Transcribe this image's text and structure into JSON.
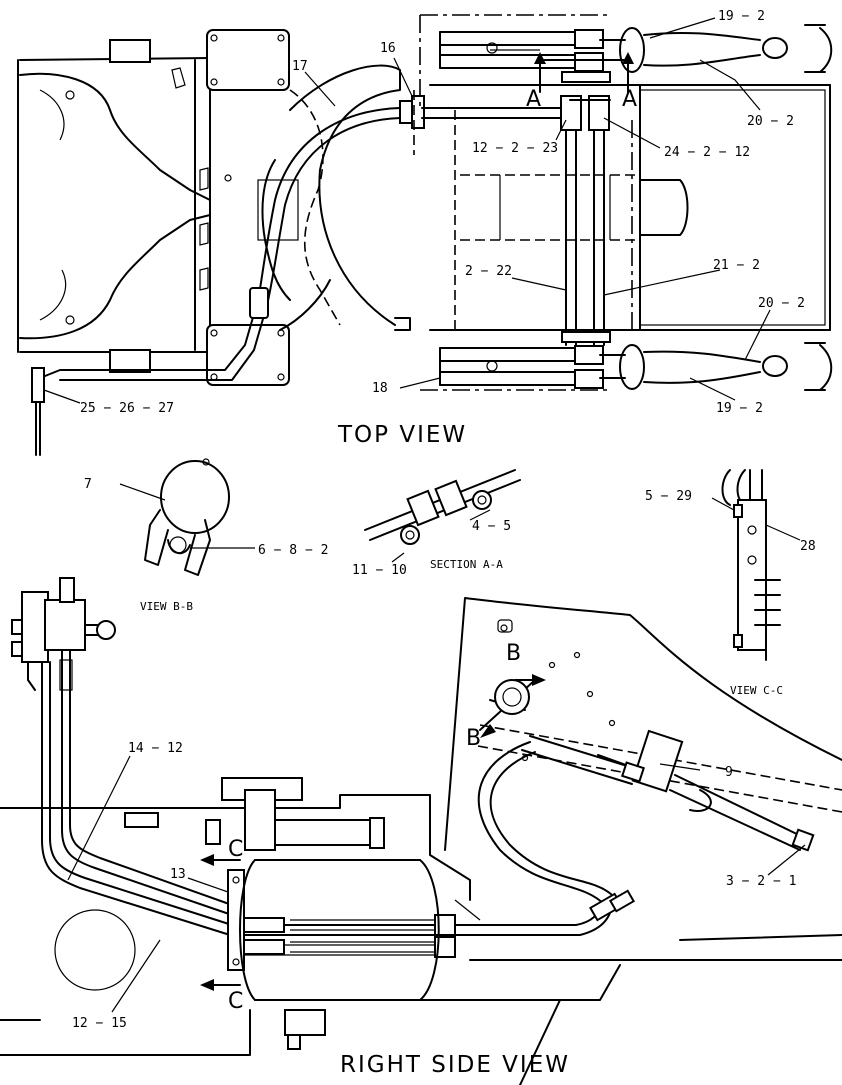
{
  "views": {
    "top": "TOP VIEW",
    "right_side": "RIGHT SIDE VIEW",
    "section_aa": "SECTION A-A",
    "view_bb": "VIEW B-B",
    "view_cc": "VIEW C-C"
  },
  "section_markers": {
    "a": "A",
    "b": "B",
    "c": "C"
  },
  "callouts": {
    "c16": "16",
    "c17": "17",
    "c19_2_top": "19 − 2",
    "c20_2_top": "20 − 2",
    "c12_2_23": "12 − 2 − 23",
    "c24_2_12": "24 − 2 − 12",
    "c2_22": "2 − 22",
    "c21_2": "21 − 2",
    "c20_2_bottom": "20 − 2",
    "c18": "18",
    "c19_2_bottom": "19 − 2",
    "c25_26_27": "25 − 26 − 27",
    "c7": "7",
    "c6_8_2": "6 − 8 − 2",
    "c4_5": "4 − 5",
    "c11_10": "11 − 10",
    "c5_29": "5 − 29",
    "c28": "28",
    "c14_12": "14 − 12",
    "c9": "9",
    "c13": "13",
    "c3_2_1": "3 − 2 − 1",
    "c12_15": "12 − 15"
  }
}
